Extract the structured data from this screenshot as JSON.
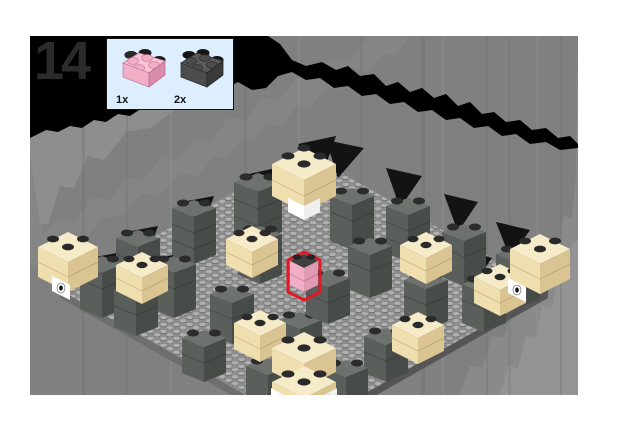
{
  "instruction": {
    "step_number": "14",
    "page_background": "#ffffff",
    "panel_background": "#808080"
  },
  "parts_box": {
    "background": "#ddeeff",
    "border_color": "#111111",
    "parts": [
      {
        "name": "brick-2x2-pink",
        "quantity_label": "1x",
        "color": "#f2aec6",
        "color_top": "#f7c3d5",
        "color_side": "#d98bab",
        "stud_color": "#1a1a1a"
      },
      {
        "name": "brick-2x2-dark-gray",
        "quantity_label": "2x",
        "color": "#4c4c4c",
        "color_top": "#5a5a5a",
        "color_side": "#3a3a3a",
        "stud_color": "#161616"
      }
    ]
  },
  "scene": {
    "baseplate": {
      "name": "studded-baseplate",
      "top_color": "#8d8d8d",
      "stud_dark": "#5b5b5b",
      "stud_light": "#b4b4b4",
      "edge_left": "#6e6e6e",
      "edge_right": "#585858"
    },
    "background": {
      "cave_silhouette_color": "#000000",
      "rock_tones": [
        "#8a8a8a",
        "#828282",
        "#7a7a7a",
        "#909090",
        "#989898",
        "#747474"
      ]
    },
    "highlight": {
      "name": "new-part-highlight",
      "outline_color": "#e01928",
      "brick_color": "#f2aec6",
      "brick_top_color": "#3f3f3f"
    },
    "tower_color_dark": "#4f5350",
    "tower_color_mid": "#636763",
    "tower_color_light": "#777b77",
    "tan_brick_color": "#f0dfae",
    "tan_brick_top": "#f6ebc8",
    "tan_brick_side": "#d9c492",
    "wing_color": "#131313",
    "eye_white": "#ffffff",
    "eye_pupil": "#111111",
    "element_counts": {
      "towers": 34,
      "tan_bricks": 11,
      "wings": 12,
      "eyes": 4
    }
  }
}
